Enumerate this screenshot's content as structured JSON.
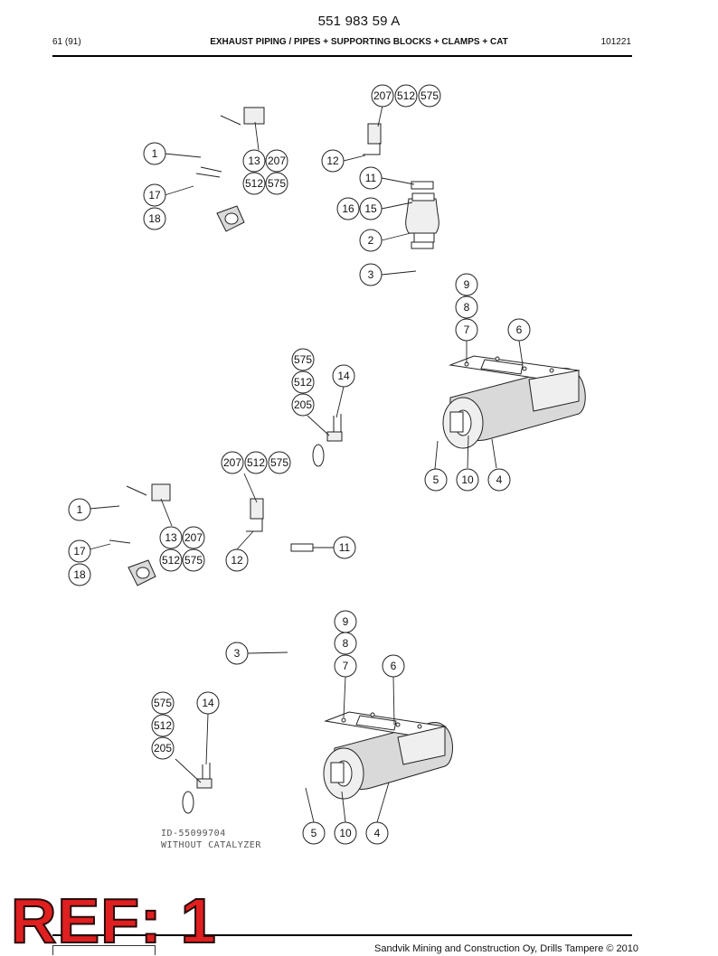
{
  "document": {
    "number": "551 983 59 A",
    "page": "61 (91)",
    "title": "EXHAUST PIPING / PIPES + SUPPORTING BLOCKS + CLAMPS + CAT",
    "date_code": "101221"
  },
  "drawing": {
    "id_note": "ID-55099704",
    "variant_note": "WITHOUT CATALYZER"
  },
  "callouts_upper": [
    {
      "label": "207"
    },
    {
      "label": "512"
    },
    {
      "label": "575"
    },
    {
      "label": "1"
    },
    {
      "label": "13"
    },
    {
      "label": "207"
    },
    {
      "label": "12"
    },
    {
      "label": "512"
    },
    {
      "label": "575"
    },
    {
      "label": "11"
    },
    {
      "label": "17"
    },
    {
      "label": "16"
    },
    {
      "label": "15"
    },
    {
      "label": "18"
    },
    {
      "label": "2"
    },
    {
      "label": "3"
    },
    {
      "label": "9"
    },
    {
      "label": "8"
    },
    {
      "label": "7"
    },
    {
      "label": "6"
    },
    {
      "label": "575"
    },
    {
      "label": "14"
    },
    {
      "label": "512"
    },
    {
      "label": "205"
    },
    {
      "label": "5"
    },
    {
      "label": "10"
    },
    {
      "label": "4"
    }
  ],
  "callouts_lower": [
    {
      "label": "207"
    },
    {
      "label": "512"
    },
    {
      "label": "575"
    },
    {
      "label": "1"
    },
    {
      "label": "13"
    },
    {
      "label": "207"
    },
    {
      "label": "11"
    },
    {
      "label": "17"
    },
    {
      "label": "512"
    },
    {
      "label": "575"
    },
    {
      "label": "12"
    },
    {
      "label": "18"
    },
    {
      "label": "9"
    },
    {
      "label": "8"
    },
    {
      "label": "3"
    },
    {
      "label": "7"
    },
    {
      "label": "6"
    },
    {
      "label": "575"
    },
    {
      "label": "14"
    },
    {
      "label": "512"
    },
    {
      "label": "205"
    },
    {
      "label": "5"
    },
    {
      "label": "10"
    },
    {
      "label": "4"
    }
  ],
  "footer": {
    "ref_tag": "REF: 1",
    "copyright": "Sandvik Mining and Construction Oy, Drills Tampere © 2010"
  }
}
